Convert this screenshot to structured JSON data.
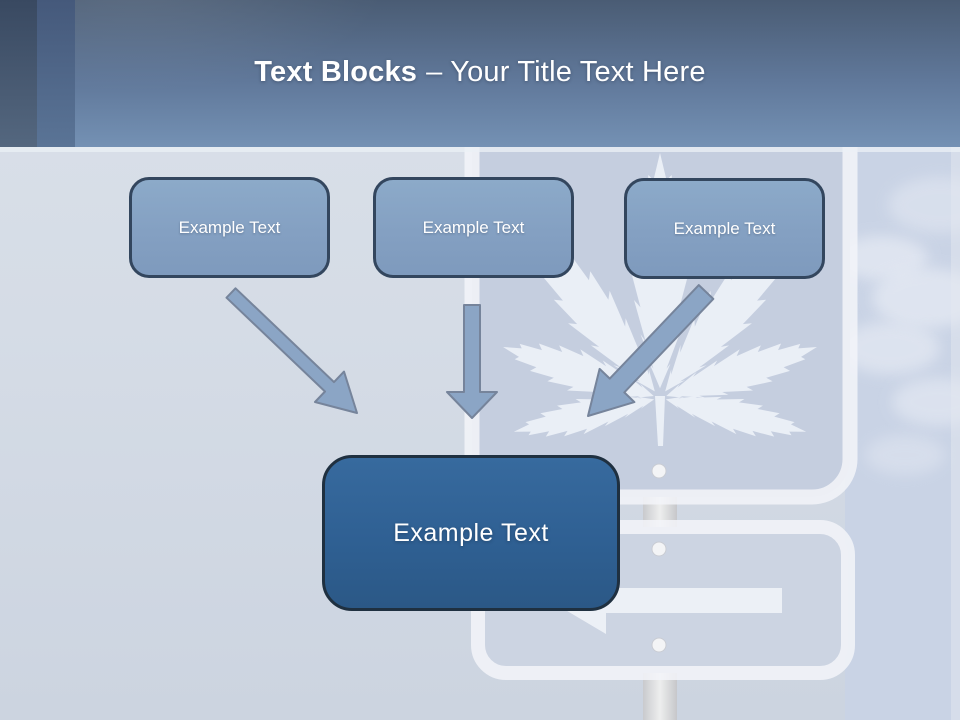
{
  "slide": {
    "title": {
      "bold": "Text Blocks",
      "rest": "– Your Title Text Here"
    }
  },
  "diagram": {
    "source_boxes": [
      {
        "label": "Example Text"
      },
      {
        "label": "Example Text"
      },
      {
        "label": "Example Text"
      }
    ],
    "target_box": {
      "label": "Example Text"
    },
    "connectors": [
      {
        "name": "down-right-arrow"
      },
      {
        "name": "down-arrow"
      },
      {
        "name": "down-left-arrow"
      }
    ]
  },
  "background": {
    "theme": "cannabis-leaf-road-sign-with-sky",
    "icons": [
      "cannabis-leaf-icon",
      "left-arrow-road-sign-icon",
      "sign-post",
      "clouds"
    ]
  },
  "colors": {
    "header_top": "#4a5c74",
    "header_bottom": "#7491b4",
    "source_box_fill": "#84a0c2",
    "source_box_border": "#33465e",
    "target_box_fill": "#2f6093",
    "target_box_border": "#1f3040",
    "arrow_fill": "#8ba5c5",
    "arrow_outline": "#76849b",
    "slide_bg": "#d4dbe5",
    "sky": "#c9d3e5",
    "leaf_white": "#eef2f9",
    "title_text": "#ffffff"
  }
}
